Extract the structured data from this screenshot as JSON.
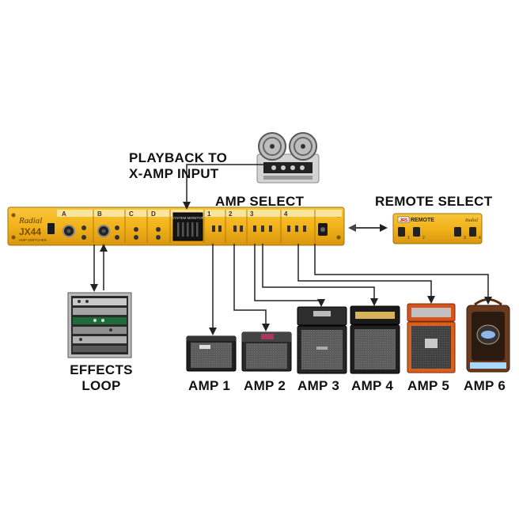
{
  "labels": {
    "playback_line1": "PLAYBACK TO",
    "playback_line2": "X-AMP INPUT",
    "amp_select": "AMP SELECT",
    "remote_select": "REMOTE SELECT",
    "effects_line1": "EFFECTS",
    "effects_line2": "LOOP"
  },
  "rack": {
    "brand": "Radial",
    "model": "JX44",
    "model_sub": "AMP SWITCHER",
    "sections": [
      "A",
      "B",
      "C",
      "D",
      "1",
      "2",
      "3",
      "4"
    ],
    "monitor_label": "SYSTEM MONITOR",
    "body_color": "#f2b31b"
  },
  "remote": {
    "brand_badge": "JR5",
    "title": "REMOTE",
    "maker": "Radial",
    "buttons": [
      "1",
      "2",
      "3",
      "4"
    ]
  },
  "amps": [
    {
      "label": "AMP 1"
    },
    {
      "label": "AMP 2"
    },
    {
      "label": "AMP 3"
    },
    {
      "label": "AMP 4"
    },
    {
      "label": "AMP 5"
    },
    {
      "label": "AMP 6"
    }
  ]
}
